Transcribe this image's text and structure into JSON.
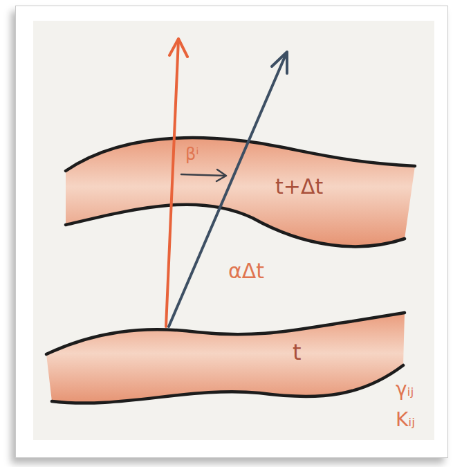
{
  "diagram": {
    "nodes": [
      {
        "text": [
          "t+Δt"
        ]
      },
      {
        "text": [
          "t"
        ]
      }
    ],
    "labels": [
      "βⁱ",
      "αΔt",
      "γᵢⱼ",
      "Kᵢⱼ"
    ]
  }
}
